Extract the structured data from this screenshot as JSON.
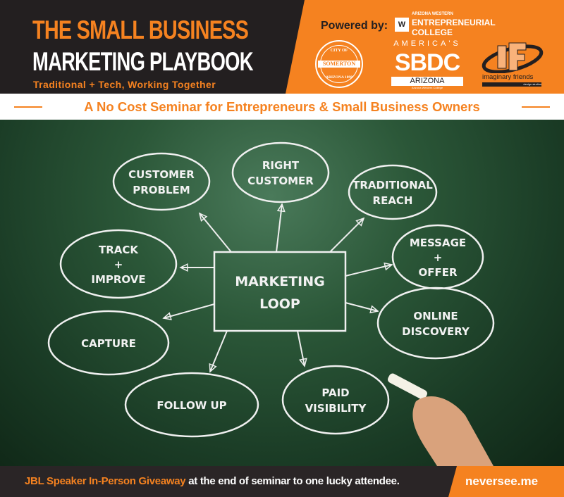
{
  "header": {
    "title_line1": "THE SMALL BUSINESS",
    "title_line2": "MARKETING PLAYBOOK",
    "tagline": "Traditional + Tech, Working Together",
    "powered_by": "Powered by:",
    "sponsors": {
      "awc_small": "ARIZONA WESTERN",
      "awc_line1": "ENTREPRENEURIAL",
      "awc_line2": "COLLEGE",
      "seal_top": "CITY OF",
      "seal_mid": "SOMERTON",
      "seal_bot": "ARIZONA 1898",
      "sbdc_top": "AMERICA'S",
      "sbdc_main": "SBDC",
      "sbdc_state": "ARIZONA",
      "sbdc_sub": "Arizona Western College",
      "if_name": "imaginary friends",
      "if_sub": "design studios"
    }
  },
  "banner": {
    "text": "A No Cost Seminar for Entrepreneurs & Small Business Owners"
  },
  "diagram": {
    "center": [
      "MARKETING",
      "LOOP"
    ],
    "nodes": [
      {
        "lines": [
          "CUSTOMER",
          "PROBLEM"
        ]
      },
      {
        "lines": [
          "RIGHT",
          "CUSTOMER"
        ]
      },
      {
        "lines": [
          "TRADITIONAL",
          "REACH"
        ]
      },
      {
        "lines": [
          "MESSAGE",
          "+",
          "OFFER"
        ]
      },
      {
        "lines": [
          "ONLINE",
          "DISCOVERY"
        ]
      },
      {
        "lines": [
          "PAID",
          "VISIBILITY"
        ]
      },
      {
        "lines": [
          "FOLLOW UP"
        ]
      },
      {
        "lines": [
          "CAPTURE"
        ]
      },
      {
        "lines": [
          "TRACK",
          "+",
          "IMPROVE"
        ]
      }
    ]
  },
  "footer": {
    "highlight": "JBL Speaker In-Person Giveaway",
    "rest": " at the end of seminar to one lucky attendee.",
    "url": "neversee.me"
  }
}
